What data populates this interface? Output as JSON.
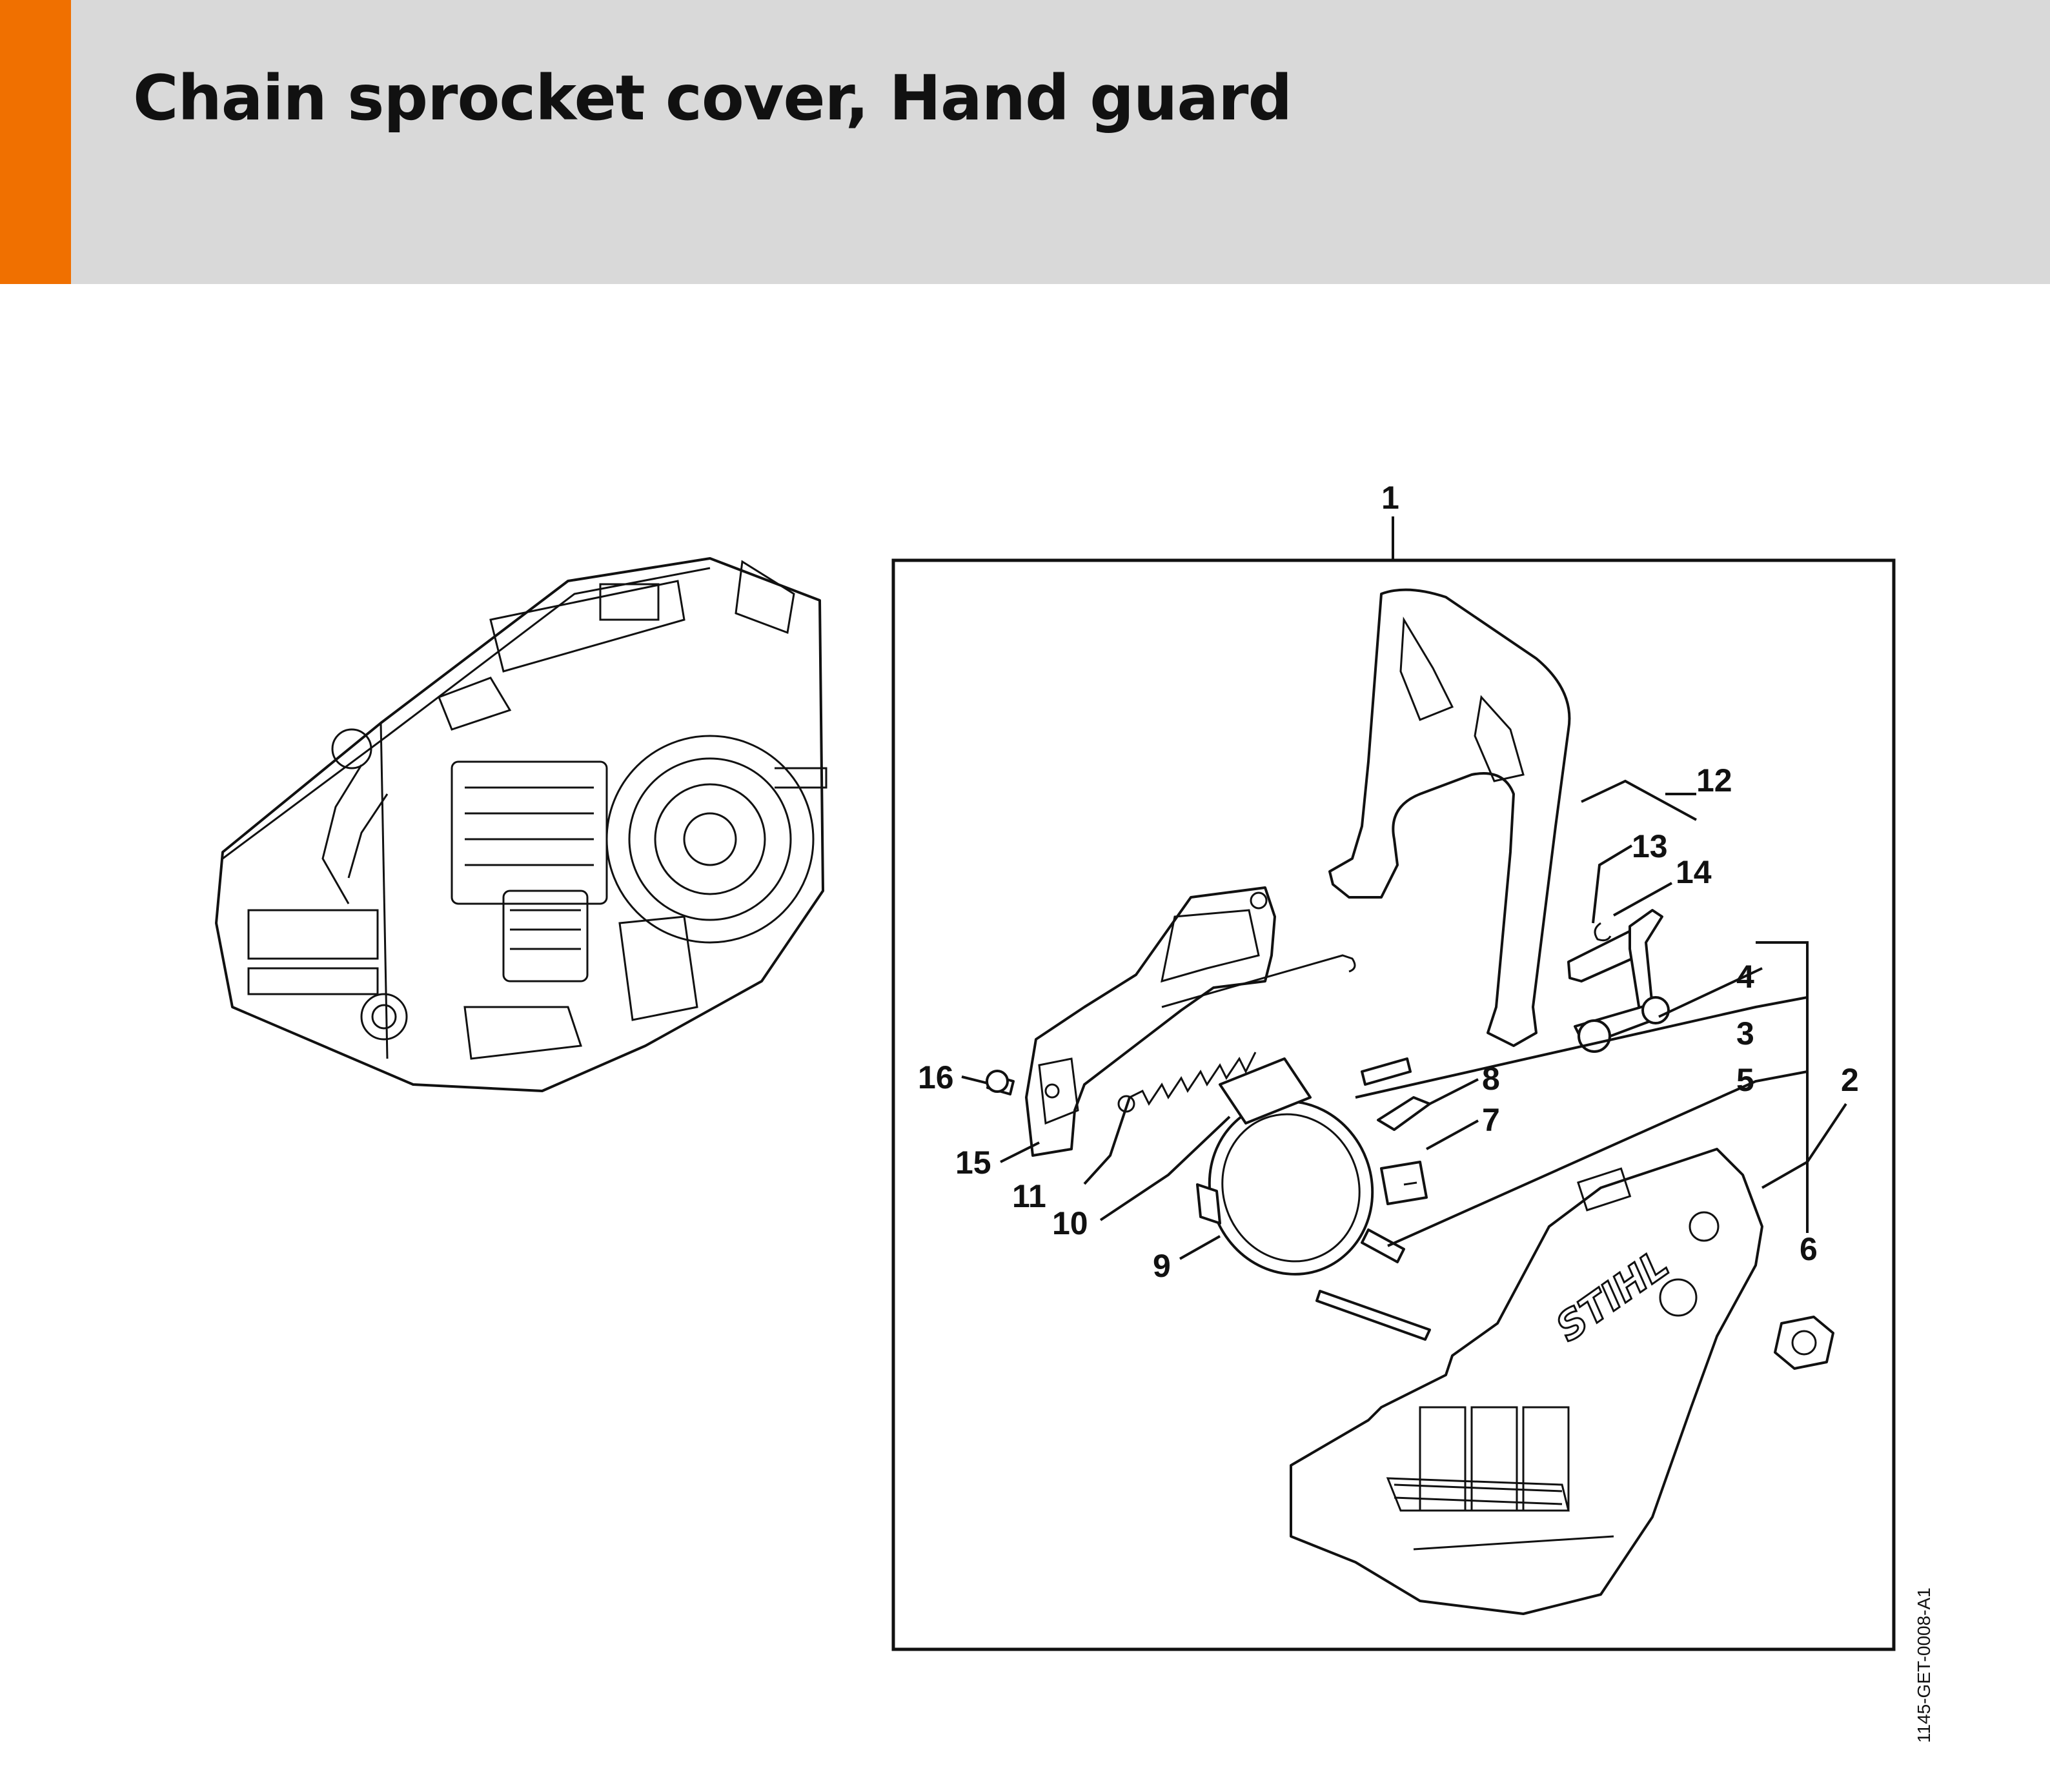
{
  "header": {
    "title": "Chain sprocket cover, Hand guard",
    "accent_color": "#f07000",
    "background_color": "#d9d9d9"
  },
  "diagram": {
    "drawing_code": "1145-GET-0008-A1",
    "cover_brand_text": "STIHL",
    "callouts": [
      {
        "number": "1"
      },
      {
        "number": "2"
      },
      {
        "number": "3"
      },
      {
        "number": "4"
      },
      {
        "number": "5"
      },
      {
        "number": "6"
      },
      {
        "number": "7"
      },
      {
        "number": "8"
      },
      {
        "number": "9"
      },
      {
        "number": "10"
      },
      {
        "number": "11"
      },
      {
        "number": "12"
      },
      {
        "number": "13"
      },
      {
        "number": "14"
      },
      {
        "number": "15"
      },
      {
        "number": "16"
      }
    ]
  }
}
